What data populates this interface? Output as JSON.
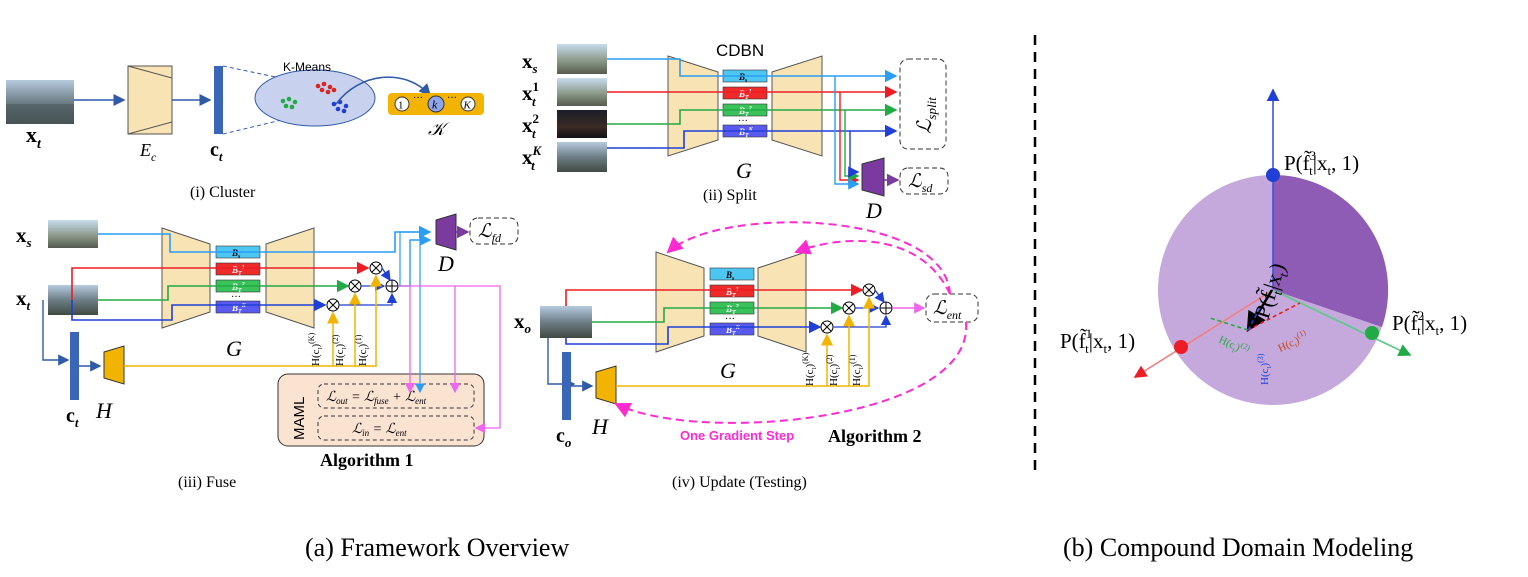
{
  "panels": {
    "cluster": {
      "caption": "(i) Cluster",
      "input": "x",
      "input_sub": "t",
      "encoder": "E",
      "encoder_sub": "c",
      "feature": "c",
      "feature_sub": "t",
      "kmeans": "K-Means",
      "centroids": [
        "1",
        "k",
        "K"
      ],
      "dots": "···",
      "set": "𝒦"
    },
    "split": {
      "caption": "(ii) Split",
      "network": "CDBN",
      "generator": "G",
      "discriminator": "D",
      "inputs": [
        "x",
        "x",
        "x",
        "x"
      ],
      "input_subs": [
        "s",
        "t",
        "t",
        "t"
      ],
      "input_sups": [
        "",
        "1",
        "2",
        "K"
      ],
      "bn": [
        "B",
        "B",
        "B",
        "B"
      ],
      "bn_subs": [
        "s",
        "T",
        "T",
        "T"
      ],
      "bn_sups": [
        "",
        "1",
        "2",
        "K"
      ],
      "bn_dots": "···",
      "loss_split": "ℒ",
      "loss_split_sub": "split",
      "loss_sd": "ℒ",
      "loss_sd_sub": "sd"
    },
    "fuse": {
      "caption": "(iii) Fuse",
      "inputs": [
        "x",
        "x"
      ],
      "input_subs": [
        "s",
        "t"
      ],
      "generator": "G",
      "discriminator": "D",
      "feature": "c",
      "feature_sub": "t",
      "hypernet": "H",
      "loss_fd": "ℒ",
      "loss_fd_sub": "fd",
      "weights": [
        "H(c",
        "H(c",
        "H(c"
      ],
      "weight_sups": [
        "(K)",
        "(2)",
        "(1)"
      ],
      "maml": "MAML",
      "loss_out": "ℒ",
      "loss_out_sub": "out",
      "loss_out_eq": " = ℒ",
      "loss_out_eq_sub": "fuse",
      "loss_out_plus": " + ℒ",
      "loss_out_plus_sub": "ent",
      "loss_in": "ℒ",
      "loss_in_sub": "in",
      "loss_in_eq": " = ℒ",
      "loss_in_eq_sub": "ent",
      "algorithm": "Algorithm 1"
    },
    "update": {
      "caption": "(iv) Update (Testing)",
      "input": "x",
      "input_sub": "o",
      "generator": "G",
      "feature": "c",
      "feature_sub": "o",
      "hypernet": "H",
      "loss_ent": "ℒ",
      "loss_ent_sub": "ent",
      "weights": [
        "H(c",
        "H(c",
        "H(c"
      ],
      "weight_sups": [
        "(K)",
        "(2)",
        "(1)"
      ],
      "gradient_step": "One Gradient Step",
      "algorithm": "Algorithm 2"
    }
  },
  "domain_model": {
    "top_label": "P(f̃",
    "top_sup": "3",
    "top_sub": "t",
    "top_rest": "|x",
    "top_rest_sub": "t",
    "top_end": ", 1)",
    "left_label": "P(f̃",
    "left_sup": "1",
    "left_sub": "t",
    "left_rest": "|x",
    "left_rest_sub": "t",
    "left_end": ", 1)",
    "right_label": "P(f̃",
    "right_sup": "2",
    "right_sub": "t",
    "right_rest": "|x",
    "right_rest_sub": "t",
    "right_end": ", 1)",
    "center_label": "P(f̃",
    "center_sub": "t",
    "center_rest": "|x",
    "center_rest_sub": "t",
    "center_end": ")",
    "h1": "H(c",
    "h1_sup": "(1)",
    "h2": "H(c",
    "h2_sup": "(2)",
    "h3": "H(c",
    "h3_sup": "(3)",
    "close": ")",
    "h_sub": "t"
  },
  "captions": {
    "a": "(a) Framework Overview",
    "b": "(b) Compound Domain Modeling"
  },
  "colors": {
    "source": "#2a9df4",
    "t1": "#ee1c24",
    "t2": "#22aa44",
    "tK": "#1f3fd6",
    "encoder": "#f8e3b4",
    "hypernet": "#f2b400",
    "disc": "#7a3aa0",
    "magenta": "#ff2ad0",
    "maml_bg": "#fbe3d2",
    "centroid_bar": "#f2b400"
  }
}
